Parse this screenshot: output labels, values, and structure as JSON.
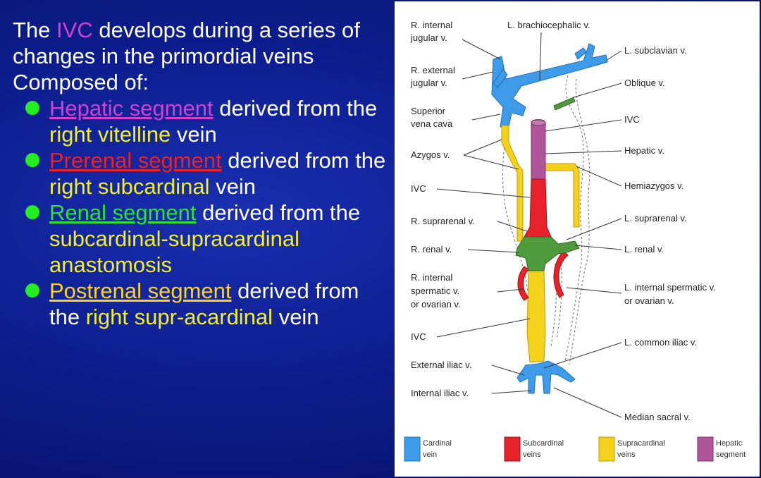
{
  "slide": {
    "intro": {
      "t1": "The ",
      "ivc": "IVC",
      "t2": " develops during a series of changes in the primordial veins"
    },
    "composed": "Composed of:",
    "bullets": [
      {
        "segment": "Hepatic segment",
        "mid": " derived from the ",
        "source": "right vitelline",
        "end": " vein",
        "color": "#d43fd0"
      },
      {
        "segment": "Prerenal segment",
        "mid": " derived from the ",
        "source": "right subcardinal",
        "end": " vein",
        "color": "#f02020"
      },
      {
        "segment": "Renal segment",
        "mid": " derived from the ",
        "source": "subcardinal-supracardinal anastomosis",
        "end": "",
        "color": "#2fe02f"
      },
      {
        "segment": "Postrenal segment",
        "mid": " derived from the ",
        "source": "right supr-acardinal",
        "end": " vein",
        "color": "#ffd21a"
      }
    ]
  },
  "figure": {
    "left_labels": {
      "r_internal_jugular": [
        "R. internal",
        "jugular v."
      ],
      "r_external_jugular": [
        "R. external",
        "jugular v."
      ],
      "superior_vena_cava": [
        "Superior",
        "vena cava"
      ],
      "azygos": [
        "Azygos v."
      ],
      "ivc_upper": [
        "IVC"
      ],
      "r_suprarenal": [
        "R. suprarenal v."
      ],
      "r_renal": [
        "R. renal v."
      ],
      "r_internal_spermatic": [
        "R. internal",
        "spermatic v.",
        "or ovarian v."
      ],
      "ivc_lower": [
        "IVC"
      ],
      "external_iliac": [
        "External iliac v."
      ],
      "internal_iliac": [
        "Internal iliac v."
      ]
    },
    "right_labels": {
      "l_brachiocephalic": [
        "L. brachiocephalic v."
      ],
      "l_subclavian": [
        "L. subclavian v."
      ],
      "oblique": [
        "Oblique v."
      ],
      "ivc": [
        "IVC"
      ],
      "hepatic": [
        "Hepatic v."
      ],
      "hemiazygos": [
        "Hemiazygos v."
      ],
      "l_suprarenal": [
        "L. suprarenal v."
      ],
      "l_renal": [
        "L. renal v."
      ],
      "l_internal_spermatic": [
        "L. internal spermatic v.",
        "or ovarian v."
      ],
      "l_common_iliac": [
        "L. common iliac v."
      ],
      "median_sacral": [
        "Median sacral v."
      ]
    },
    "legend": [
      {
        "lines": [
          "Cardinal",
          "vein"
        ],
        "color": "#3d9be9"
      },
      {
        "lines": [
          "Subcardinal",
          "veins"
        ],
        "color": "#e8222a"
      },
      {
        "lines": [
          "Supracardinal",
          "veins"
        ],
        "color": "#f4d21c"
      },
      {
        "lines": [
          "Hepatic",
          "segment"
        ],
        "color": "#b0559a"
      }
    ],
    "colors": {
      "cardinal": "#3d9be9",
      "subcardinal": "#e8222a",
      "supracardinal": "#f4d21c",
      "hepatic": "#b0559a",
      "renal": "#4f9a3c"
    }
  }
}
